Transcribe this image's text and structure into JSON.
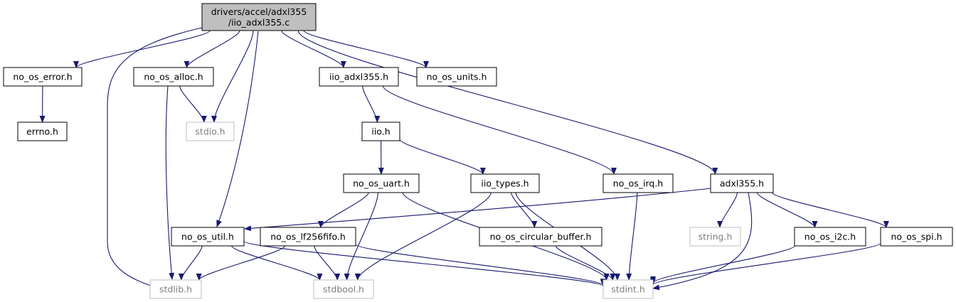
{
  "colors": {
    "edge": "#191970",
    "root_fill": "#bfbfbf",
    "node_border": "#000000",
    "system_border": "#bfbfbf",
    "node_text": "#000000",
    "system_text": "#7f7f7f"
  },
  "nodes": [
    {
      "id": "root",
      "label": [
        "drivers/accel/adxl355",
        "/iio_adxl355.c"
      ],
      "kind": "root"
    },
    {
      "id": "no_os_error",
      "label": [
        "no_os_error.h"
      ],
      "kind": "local"
    },
    {
      "id": "no_os_alloc",
      "label": [
        "no_os_alloc.h"
      ],
      "kind": "local"
    },
    {
      "id": "iio_adxl355",
      "label": [
        "iio_adxl355.h"
      ],
      "kind": "local"
    },
    {
      "id": "no_os_units",
      "label": [
        "no_os_units.h"
      ],
      "kind": "local"
    },
    {
      "id": "errno",
      "label": [
        "errno.h"
      ],
      "kind": "local"
    },
    {
      "id": "stdio",
      "label": [
        "stdio.h"
      ],
      "kind": "system"
    },
    {
      "id": "iio",
      "label": [
        "iio.h"
      ],
      "kind": "local"
    },
    {
      "id": "no_os_uart",
      "label": [
        "no_os_uart.h"
      ],
      "kind": "local"
    },
    {
      "id": "iio_types",
      "label": [
        "iio_types.h"
      ],
      "kind": "local"
    },
    {
      "id": "no_os_irq",
      "label": [
        "no_os_irq.h"
      ],
      "kind": "local"
    },
    {
      "id": "adxl355",
      "label": [
        "adxl355.h"
      ],
      "kind": "local"
    },
    {
      "id": "no_os_util",
      "label": [
        "no_os_util.h"
      ],
      "kind": "local"
    },
    {
      "id": "no_os_lf256fifo",
      "label": [
        "no_os_lf256fifo.h"
      ],
      "kind": "local"
    },
    {
      "id": "no_os_circular_buffer",
      "label": [
        "no_os_circular_buffer.h"
      ],
      "kind": "local"
    },
    {
      "id": "string",
      "label": [
        "string.h"
      ],
      "kind": "system"
    },
    {
      "id": "no_os_i2c",
      "label": [
        "no_os_i2c.h"
      ],
      "kind": "local"
    },
    {
      "id": "no_os_spi",
      "label": [
        "no_os_spi.h"
      ],
      "kind": "local"
    },
    {
      "id": "stdlib",
      "label": [
        "stdlib.h"
      ],
      "kind": "system"
    },
    {
      "id": "stdbool",
      "label": [
        "stdbool.h"
      ],
      "kind": "system"
    },
    {
      "id": "stdint",
      "label": [
        "stdint.h"
      ],
      "kind": "system"
    }
  ],
  "edges": [
    [
      "root",
      "no_os_error"
    ],
    [
      "root",
      "no_os_alloc"
    ],
    [
      "root",
      "stdlib"
    ],
    [
      "root",
      "stdio"
    ],
    [
      "root",
      "no_os_util"
    ],
    [
      "root",
      "iio_adxl355"
    ],
    [
      "root",
      "no_os_units"
    ],
    [
      "root",
      "adxl355"
    ],
    [
      "no_os_error",
      "errno"
    ],
    [
      "no_os_alloc",
      "stdio"
    ],
    [
      "no_os_alloc",
      "stdlib"
    ],
    [
      "iio_adxl355",
      "iio"
    ],
    [
      "iio_adxl355",
      "no_os_irq"
    ],
    [
      "iio",
      "no_os_uart"
    ],
    [
      "iio",
      "iio_types"
    ],
    [
      "no_os_uart",
      "no_os_lf256fifo"
    ],
    [
      "no_os_uart",
      "stdbool"
    ],
    [
      "no_os_uart",
      "stdint"
    ],
    [
      "iio_types",
      "no_os_circular_buffer"
    ],
    [
      "iio_types",
      "stdbool"
    ],
    [
      "iio_types",
      "stdint"
    ],
    [
      "no_os_irq",
      "stdint"
    ],
    [
      "adxl355",
      "no_os_util"
    ],
    [
      "adxl355",
      "string"
    ],
    [
      "adxl355",
      "stdint"
    ],
    [
      "adxl355",
      "no_os_i2c"
    ],
    [
      "adxl355",
      "no_os_spi"
    ],
    [
      "no_os_util",
      "stdlib"
    ],
    [
      "no_os_util",
      "stdbool"
    ],
    [
      "no_os_util",
      "stdint"
    ],
    [
      "no_os_lf256fifo",
      "stdlib"
    ],
    [
      "no_os_lf256fifo",
      "stdbool"
    ],
    [
      "no_os_lf256fifo",
      "stdint"
    ],
    [
      "no_os_circular_buffer",
      "stdint"
    ],
    [
      "no_os_i2c",
      "stdint"
    ],
    [
      "no_os_spi",
      "stdint"
    ]
  ]
}
